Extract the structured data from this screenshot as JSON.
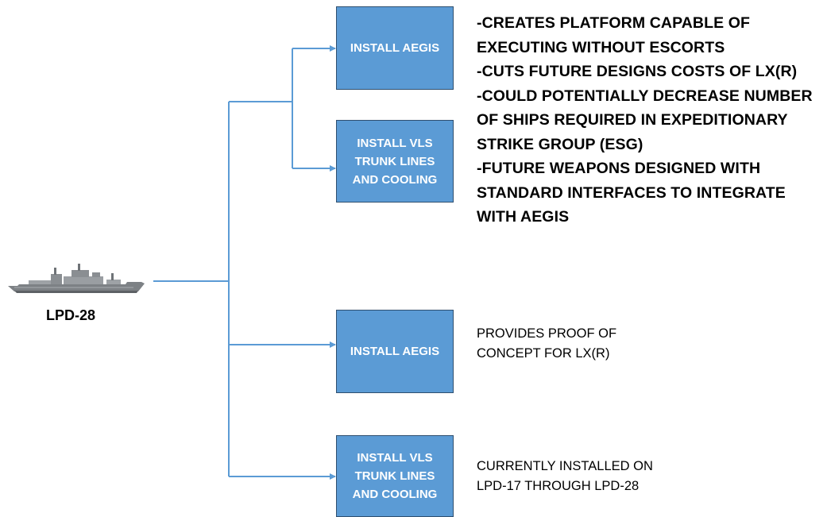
{
  "ship": {
    "label": "LPD-28",
    "icon": "ship-icon"
  },
  "options": [
    {
      "box_label": "INSTALL AEGIS"
    },
    {
      "box_label": "INSTALL VLS\nTRUNK LINES\nAND COOLING"
    },
    {
      "box_label": "INSTALL AEGIS",
      "description": "PROVIDES PROOF OF\nCONCEPT FOR LX(R)"
    },
    {
      "box_label": "INSTALL VLS\nTRUNK LINES\nAND COOLING",
      "description": "CURRENTLY INSTALLED ON\nLPD-17 THROUGH LPD-28"
    }
  ],
  "combined_description": "-CREATES PLATFORM CAPABLE OF\nEXECUTING WITHOUT ESCORTS\n-CUTS FUTURE DESIGNS COSTS OF LX(R)\n-COULD POTENTIALLY DECREASE NUMBER\nOF SHIPS REQUIRED IN EXPEDITIONARY\nSTRIKE GROUP (ESG)\n-FUTURE WEAPONS DESIGNED WITH\nSTANDARD INTERFACES TO INTEGRATE\nWITH AEGIS",
  "colors": {
    "box_fill": "#5b9bd5",
    "connector": "#5b9bd5"
  }
}
